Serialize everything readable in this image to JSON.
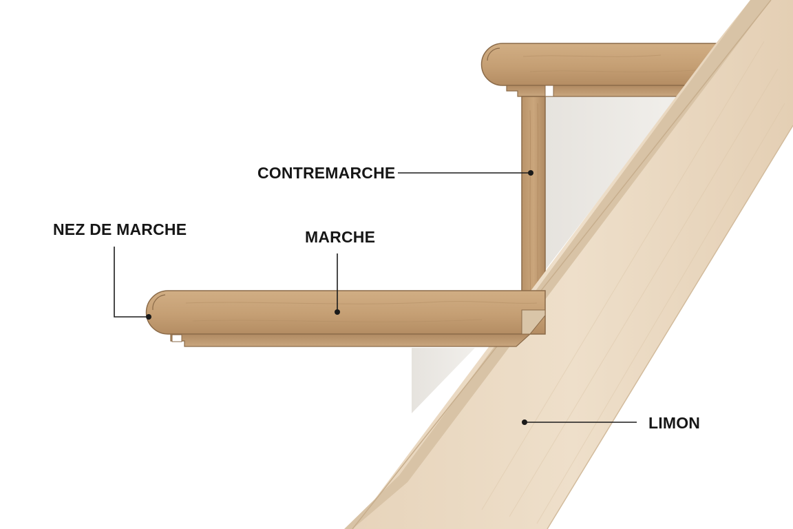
{
  "labels": {
    "contremarche": "CONTREMARCHE",
    "nez_de_marche": "NEZ DE MARCHE",
    "marche": "MARCHE",
    "limon": "LIMON"
  },
  "colors": {
    "background": "#ffffff",
    "tread_wood": "#c9a47a",
    "tread_wood_dark": "#a9845d",
    "tread_edge": "#8a6a48",
    "riser_wood": "#c49f76",
    "stringer_wood": "#ebd9c2",
    "stringer_edge": "#d6c2a8",
    "back_wall": "#eceae6",
    "callout_line": "#1a1a1a"
  }
}
